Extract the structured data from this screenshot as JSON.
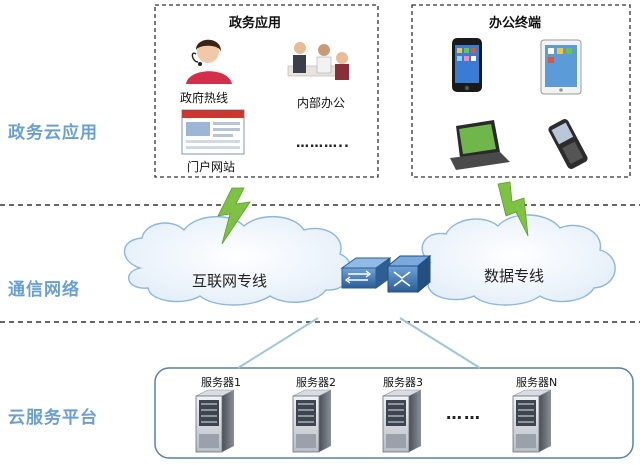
{
  "sections": {
    "app": "政务云应用",
    "network": "通信网络",
    "platform": "云服务平台"
  },
  "gov_apps": {
    "title": "政务应用",
    "items": [
      "政府热线",
      "内部办公",
      "门户网站",
      "……….."
    ]
  },
  "terminals": {
    "title": "办公终端"
  },
  "network": {
    "internet": "互联网专线",
    "data_line": "数据专线"
  },
  "servers": {
    "labels": [
      "服务器1",
      "服务器2",
      "服务器3",
      "服务器N"
    ],
    "ellipsis": "……"
  },
  "colors": {
    "section_label": "#6a9fd4",
    "lightning": "#7dc243",
    "cloud_stroke": "#8fb6dc",
    "server_panel_stroke": "#5b7fa8",
    "link_line": "#9fc6d8"
  }
}
